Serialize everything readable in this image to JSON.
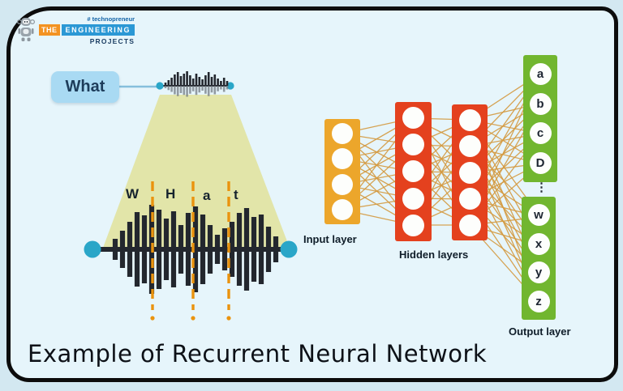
{
  "logo": {
    "tagline": "# technopreneur",
    "the": "THE",
    "engineering": "ENGINEERING",
    "projects": "PROJECTS"
  },
  "speech": {
    "bubble_label": "What",
    "letters": [
      "W",
      "H",
      "a",
      "t"
    ]
  },
  "network": {
    "input_label": "Input layer",
    "hidden_label": "Hidden layers",
    "output_label": "Output layer",
    "output_letters_top": [
      "a",
      "b",
      "c",
      "D"
    ],
    "output_letters_bottom": [
      "w",
      "x",
      "y",
      "z"
    ],
    "ellipsis": "⋮"
  },
  "caption": "Example of Recurrent Neural Network",
  "colors": {
    "input_layer": "#eca62b",
    "hidden_layer": "#e4411e",
    "output_layer": "#71b62f",
    "teal_marker": "#2aa6c8",
    "dash_orange": "#ea930e",
    "bubble_blue": "#a9daf3",
    "cone_beige": "#e1e4a6",
    "connection_tan": "#d49a40"
  }
}
